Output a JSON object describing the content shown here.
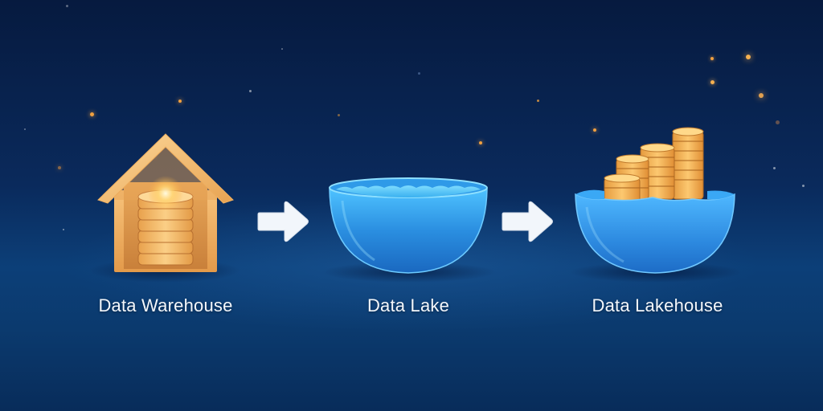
{
  "diagram": {
    "stages": [
      {
        "id": "warehouse",
        "label": "Data Warehouse",
        "icon": "house-with-database-icon"
      },
      {
        "id": "lake",
        "label": "Data Lake",
        "icon": "water-bowl-icon"
      },
      {
        "id": "lakehouse",
        "label": "Data Lakehouse",
        "icon": "bowl-with-coin-stacks-icon"
      }
    ],
    "connectors": [
      {
        "from": "warehouse",
        "to": "lake",
        "icon": "arrow-right-icon"
      },
      {
        "from": "lake",
        "to": "lakehouse",
        "icon": "arrow-right-icon"
      }
    ]
  },
  "colors": {
    "background_top": "#061a3f",
    "background_bottom": "#0c3f78",
    "gold": "#f0a94a",
    "water": "#3aa0f0",
    "arrow": "#f2f6fb",
    "label": "#f4f7fb"
  }
}
